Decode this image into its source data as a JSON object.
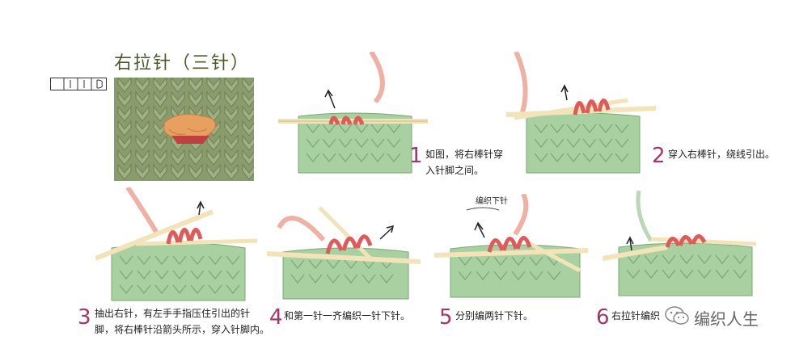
{
  "title": "右拉针（三针）",
  "steps": [
    {
      "num": "1",
      "text_line1": "如图，将右棒针穿",
      "text_line2": "入针脚之间。"
    },
    {
      "num": "2",
      "text_line1": "穿入右棒针，绕线引出。",
      "text_line2": ""
    },
    {
      "num": "3",
      "text_line1": "抽出右针，有左手手指压住引出的针",
      "text_line2": "脚，将右棒针沿箭头所示，穿入针脚内。"
    },
    {
      "num": "4",
      "text_line1": "和第一针一齐编织一针下针。",
      "text_line2": ""
    },
    {
      "num": "5",
      "text_line1": "分别编两针下针。",
      "text_line2": ""
    },
    {
      "num": "6",
      "text_line1": "右拉针编织",
      "text_line2": ""
    }
  ],
  "annotation_step5": "编织下针",
  "watermark": "编织人生",
  "colors": {
    "stitch": "#a8d0a0",
    "stitch_outline": "#7aa874",
    "yarn": "#f0b0a4",
    "loop": "#e05a5a",
    "needle": "#f2e3b8",
    "number": "#a8326a"
  }
}
